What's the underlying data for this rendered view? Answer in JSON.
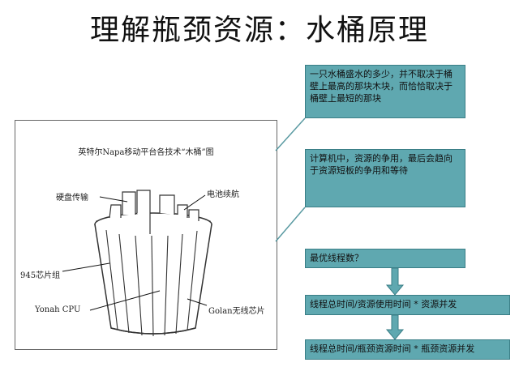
{
  "title": "理解瓶颈资源：水桶原理",
  "figure": {
    "title": "英特尔Napa移动平台各技术“木桶”图",
    "labels": {
      "hdd": "硬盘传输",
      "battery": "电池续航",
      "chipset": "945芯片组",
      "cpu": "Yonah CPU",
      "wireless": "Golan无线芯片"
    }
  },
  "callouts": {
    "bucket_principle": "一只水桶盛水的多少，并不取决于桶壁上最高的那块木块，而恰恰取决于桶壁上最短的那块",
    "computer_resources": "计算机中，资源的争用，最后会趋向于资源短板的争用和等待"
  },
  "flow": {
    "step1": "最优线程数？",
    "step2": "线程总时间/资源使用时间 * 资源并发",
    "step3": "线程总时间/瓶颈资源时间 * 瓶颈资源并发"
  },
  "colors": {
    "box_fill": "#5fa8b0",
    "box_border": "#3a7e86"
  }
}
